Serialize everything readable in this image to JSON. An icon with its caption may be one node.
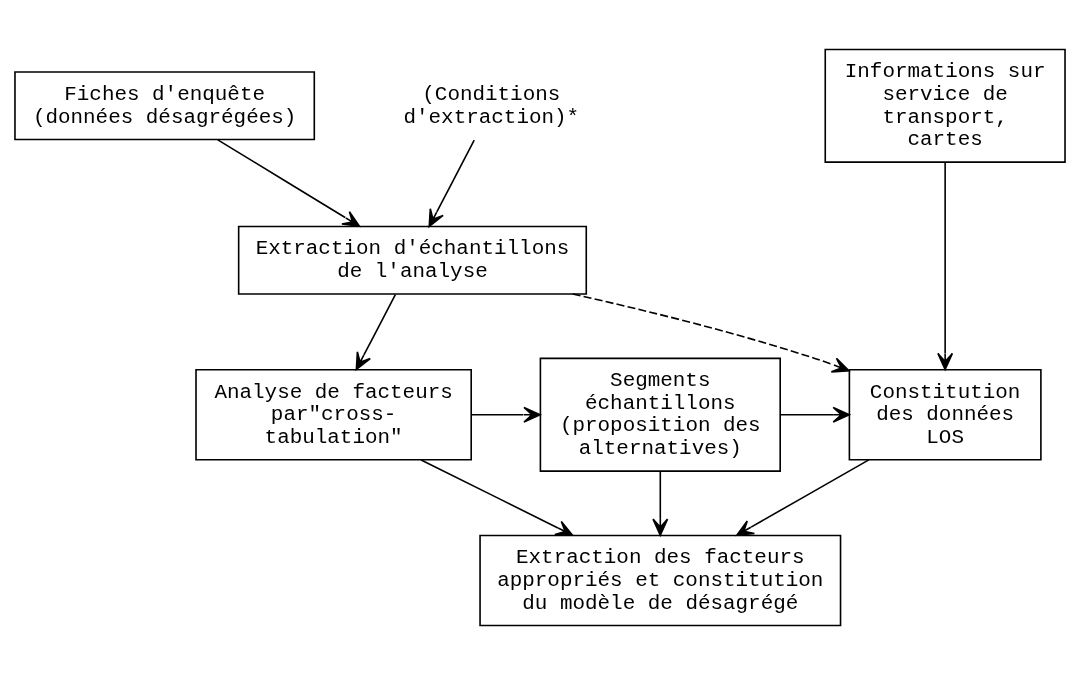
{
  "diagram": {
    "nodes": [
      {
        "text": [
          "Fiches d'enquête (données désagrégées)"
        ]
      },
      {
        "text": [
          "(Conditions d'extraction)*"
        ]
      },
      {
        "text": [
          "Extraction d'échantillons de l'analyse"
        ]
      },
      {
        "text": [
          "Informations sur service de transport, cartes"
        ]
      },
      {
        "text": [
          "Analyse de facteurs par\"cross-tabulation\""
        ]
      },
      {
        "text": [
          "Segments échantillons (proposition des alternatives)"
        ]
      },
      {
        "text": [
          "Constitution des données LOS"
        ]
      },
      {
        "text": [
          "Extraction des facteurs appropriés et constitution du modèle de désagrégé"
        ]
      }
    ],
    "edges": [
      {
        "from": 0,
        "to": 2,
        "arrow": "to"
      },
      {
        "from": 1,
        "to": 2,
        "arrow": "to"
      },
      {
        "from": 2,
        "to": 6,
        "arrow": "to",
        "style": "dashed"
      },
      {
        "from": 3,
        "to": 6,
        "arrow": "to"
      },
      {
        "from": 2,
        "to": 4,
        "arrow": "to"
      },
      {
        "from": 4,
        "to": 5,
        "arrow": "to"
      },
      {
        "from": 5,
        "to": 6,
        "arrow": "to"
      },
      {
        "from": 4,
        "to": 7,
        "arrow": "to"
      },
      {
        "from": 5,
        "to": 7,
        "arrow": "to"
      },
      {
        "from": 6,
        "to": 7,
        "arrow": "to"
      }
    ]
  }
}
